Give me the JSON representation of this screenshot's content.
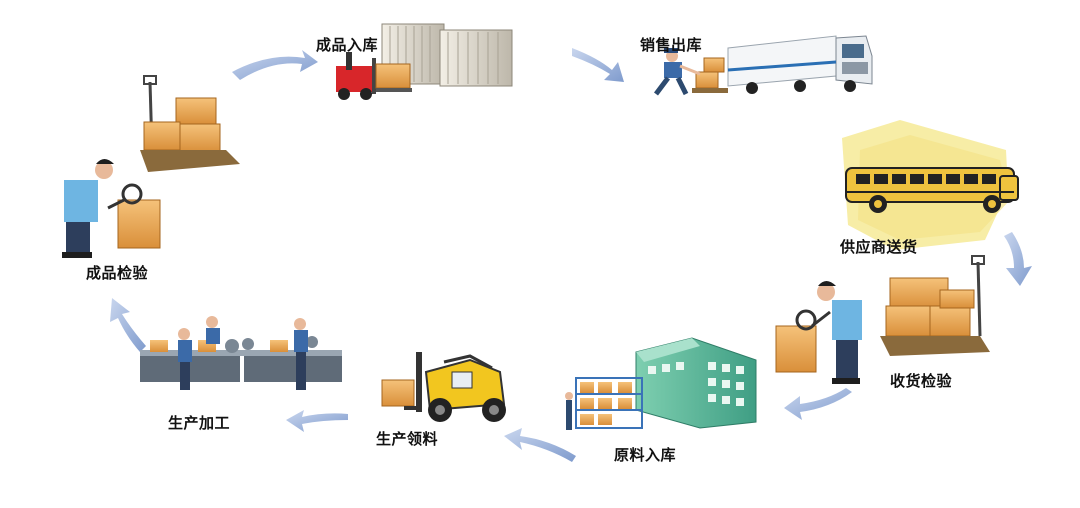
{
  "diagram": {
    "type": "cycle",
    "direction": "clockwise",
    "arrow_color": "#8fa9d6",
    "steps": [
      {
        "id": "step-1",
        "label": "成品入库",
        "icon": "forklift-and-containers"
      },
      {
        "id": "step-2",
        "label": "销售出库",
        "icon": "worker-loading-truck"
      },
      {
        "id": "step-3",
        "label": "供应商送货",
        "icon": "delivery-bus"
      },
      {
        "id": "step-4",
        "label": "收货检验",
        "icon": "inspector-with-pallet"
      },
      {
        "id": "step-5",
        "label": "原料入库",
        "icon": "warehouse-building"
      },
      {
        "id": "step-6",
        "label": "生产领料",
        "icon": "yellow-forklift"
      },
      {
        "id": "step-7",
        "label": "生产加工",
        "icon": "assembly-line-workers"
      },
      {
        "id": "step-8",
        "label": "成品检验",
        "icon": "inspector-with-pallet"
      }
    ]
  }
}
